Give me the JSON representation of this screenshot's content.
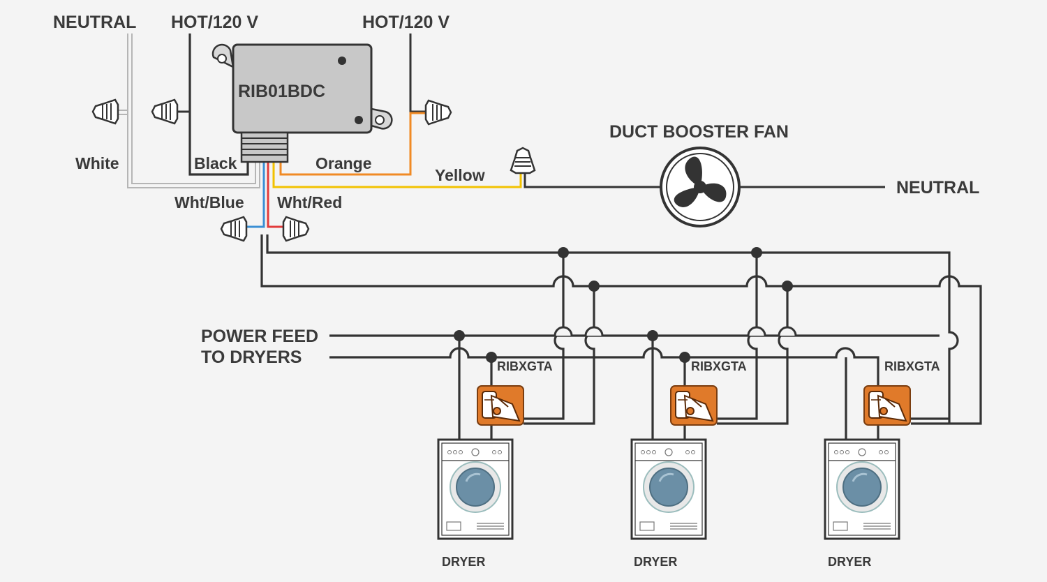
{
  "labels": {
    "neutral_top": "NEUTRAL",
    "hot_left": "HOT/120 V",
    "hot_right": "HOT/120 V",
    "relay_model": "RIB01BDC",
    "white": "White",
    "black": "Black",
    "orange": "Orange",
    "yellow": "Yellow",
    "wht_blue": "Wht/Blue",
    "wht_red": "Wht/Red",
    "fan_title": "DUCT BOOSTER FAN",
    "neutral_right": "NEUTRAL",
    "power_feed_line1": "POWER FEED",
    "power_feed_line2": "TO DRYERS",
    "sensors": [
      "RIBXGTA",
      "RIBXGTA",
      "RIBXGTA"
    ],
    "dryers": [
      "DRYER",
      "DRYER",
      "DRYER"
    ]
  },
  "icons": {
    "fan": "fan-icon",
    "wire_nut": "wire-nut-icon",
    "current_sensor": "current-sensor-icon",
    "dryer": "dryer-icon"
  },
  "colors": {
    "wire": "#333333",
    "white_wire": "#bdbdbd",
    "orange_wire": "#f08a24",
    "yellow_wire": "#f2c200",
    "blue_wire": "#3b8fd4",
    "red_wire": "#e23b3b",
    "relay_box": "#c8c8c8",
    "sensor": "#e07a2a",
    "dryer_door": "#6b8fa6"
  }
}
